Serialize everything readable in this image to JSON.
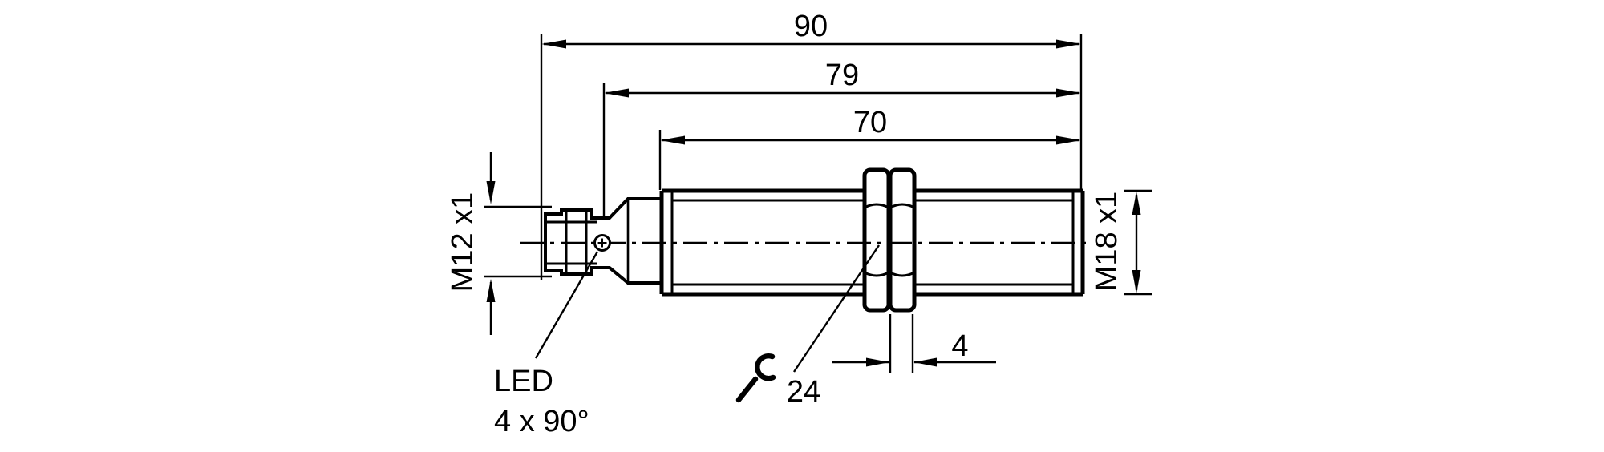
{
  "page": {
    "background_color": "#ffffff",
    "line_color": "#000000"
  },
  "drawing": {
    "type": "technical-dimension-drawing",
    "subject": "cylindrical threaded sensor with connector, side view",
    "dimensions": {
      "overall_length": "90",
      "length_to_connector_cone": "79",
      "thread_length": "70",
      "connector_thread": "M12 x1",
      "housing_thread": "M18 x1",
      "nut_width": "4",
      "wrench_size": "24"
    },
    "labels": {
      "led_line1": "LED",
      "led_line2": "4 x 90°"
    },
    "icons": [
      "wrench-icon",
      "led-indicator-circle"
    ]
  }
}
